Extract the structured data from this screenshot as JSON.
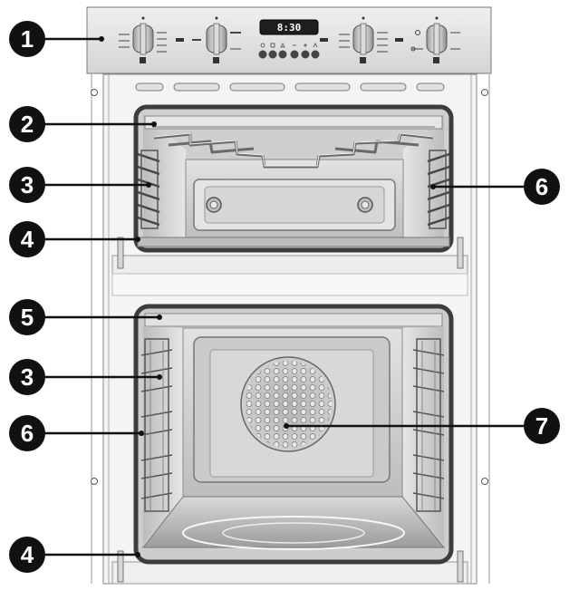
{
  "display": {
    "time": "8:30"
  },
  "callouts": [
    {
      "id": "c1",
      "label": "1"
    },
    {
      "id": "c2",
      "label": "2"
    },
    {
      "id": "c3a",
      "label": "3"
    },
    {
      "id": "c6a",
      "label": "6"
    },
    {
      "id": "c4a",
      "label": "4"
    },
    {
      "id": "c5",
      "label": "5"
    },
    {
      "id": "c3b",
      "label": "3"
    },
    {
      "id": "c6b",
      "label": "6"
    },
    {
      "id": "c7",
      "label": "7"
    },
    {
      "id": "c4b",
      "label": "4"
    }
  ],
  "colors": {
    "callout": "#111111",
    "panel": "#e4e4e4",
    "frame": "#f2f2f2",
    "cavity": "#c9c9c9",
    "seal": "#555555"
  }
}
